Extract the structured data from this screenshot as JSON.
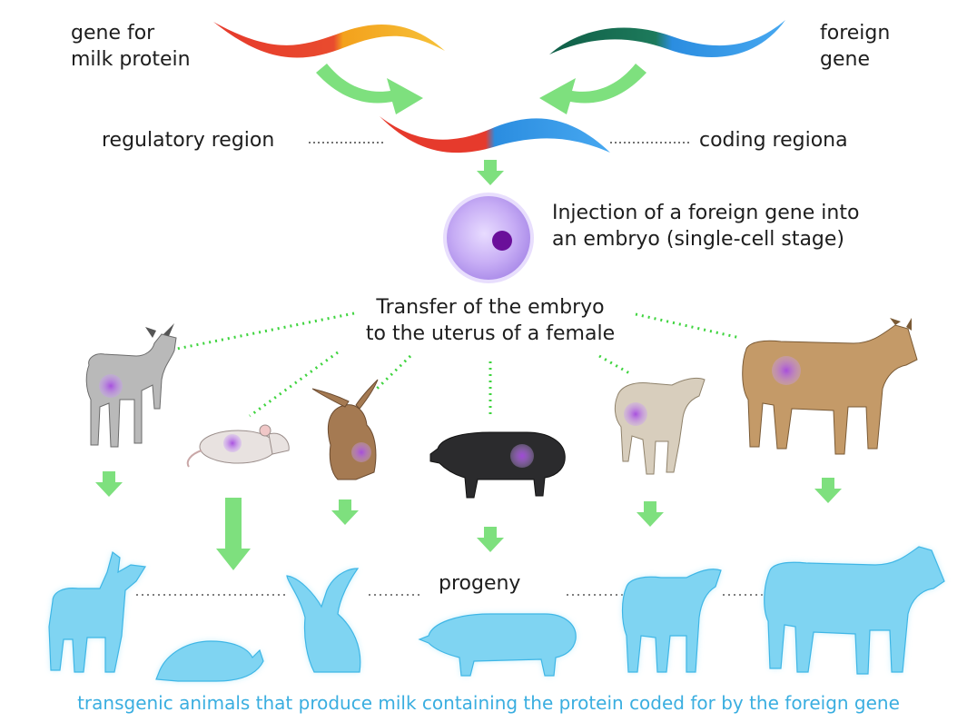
{
  "labels": {
    "gene_milk_protein": "gene for\nmilk protein",
    "foreign_gene": "foreign\ngene",
    "regulatory_region": "regulatory region",
    "coding_region": "coding regiona",
    "injection": "Injection of a foreign gene into\nan embryo (single-cell stage)",
    "transfer": "Transfer of the embryo\nto the uterus of a female",
    "progeny": "progeny",
    "caption": "transgenic animals that produce milk containing the protein coded for by the foreign gene"
  },
  "colors": {
    "arrow": "#7ee07e",
    "dotted": "#3fd43f",
    "silhouette": "#7fd4f2",
    "silhouette_glow": "#b9ecfb",
    "caption": "#3aaee0",
    "embryo": "#b79cf0",
    "nucleus": "#6a0f9a",
    "gene_red": "#e63a2c",
    "gene_orange": "#f3a11c",
    "gene_green": "#1d7a5b",
    "gene_blue": "#2b8de0"
  },
  "animals": [
    "goat",
    "mouse",
    "rabbit",
    "pig",
    "sheep",
    "cow"
  ]
}
